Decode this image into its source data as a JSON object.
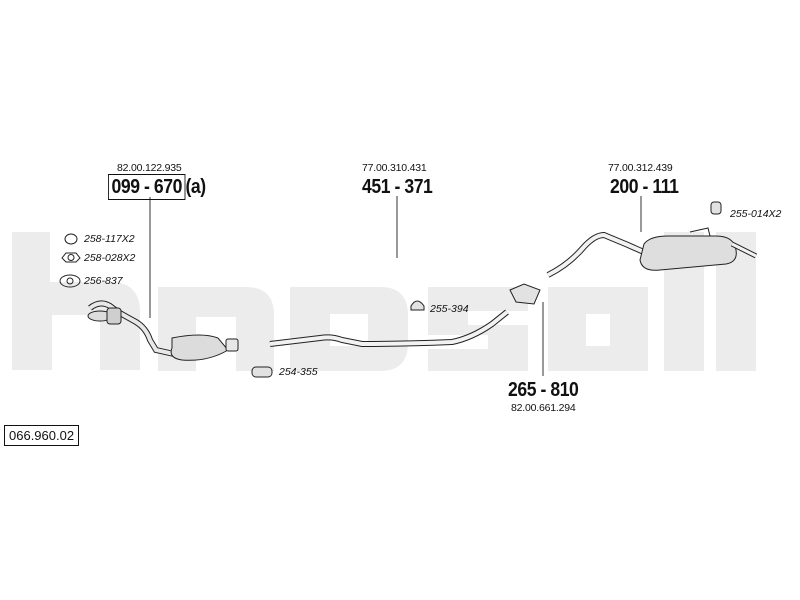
{
  "diagram_id": "066.960.02",
  "parts": [
    {
      "number": "099 - 670",
      "suffix": "(a)",
      "oem": "82.00.122.935"
    },
    {
      "number": "451 - 371",
      "oem": "77.00.310.431"
    },
    {
      "number": "200 - 111",
      "oem": "77.00.312.439"
    },
    {
      "number": "265 - 810",
      "oem": "82.00.661.294"
    }
  ],
  "accessories": [
    "258-117X2",
    "258-028X2",
    "256-837",
    "254-355",
    "255-394",
    "255-014X2"
  ],
  "colors": {
    "watermark": "#ececec",
    "line": "#222222",
    "part_fill": "#e8e8e8"
  }
}
